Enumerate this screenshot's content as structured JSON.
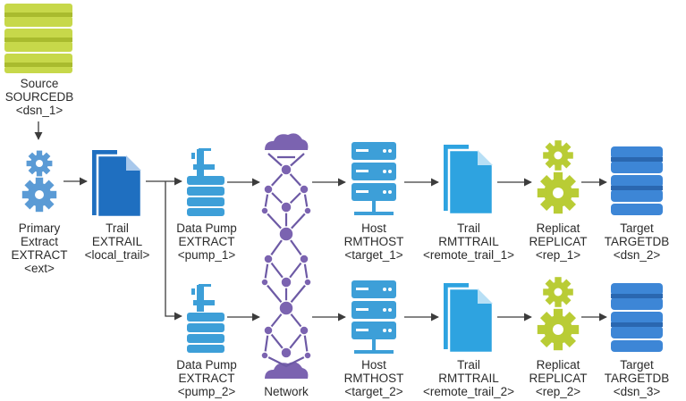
{
  "source": {
    "line1": "Source",
    "line2": "SOURCEDB",
    "line3": "<dsn_1>"
  },
  "extract": {
    "line1": "Primary",
    "line2": "Extract",
    "line3": "EXTRACT",
    "line4": "<ext>"
  },
  "trail": {
    "line1": "Trail",
    "line2": "EXTRAIL",
    "line3": "<local_trail>"
  },
  "pump1": {
    "line1": "Data Pump",
    "line2": "EXTRACT",
    "line3": "<pump_1>"
  },
  "pump2": {
    "line1": "Data Pump",
    "line2": "EXTRACT",
    "line3": "<pump_2>"
  },
  "network": {
    "label": "Network"
  },
  "host1": {
    "line1": "Host",
    "line2": "RMTHOST",
    "line3": "<target_1>"
  },
  "host2": {
    "line1": "Host",
    "line2": "RMTHOST",
    "line3": "<target_2>"
  },
  "rtrail1": {
    "line1": "Trail",
    "line2": "RMTTRAIL",
    "line3": "<remote_trail_1>"
  },
  "rtrail2": {
    "line1": "Trail",
    "line2": "RMTTRAIL",
    "line3": "<remote_trail_2>"
  },
  "rep1": {
    "line1": "Replicat",
    "line2": "REPLICAT",
    "line3": "<rep_1>"
  },
  "rep2": {
    "line1": "Replicat",
    "line2": "REPLICAT",
    "line3": "<rep_2>"
  },
  "target1": {
    "line1": "Target",
    "line2": "TARGETDB",
    "line3": "<dsn_2>"
  },
  "target2": {
    "line1": "Target",
    "line2": "TARGETDB",
    "line3": "<dsn_3>"
  },
  "colors": {
    "source_db": "#c7d84a",
    "target_db": "#3d86d6",
    "gear": "#5b9bd5",
    "trail": "#1f6fc0",
    "pump": "#3d9fd8",
    "network_node": "#7b63b0",
    "host": "#3d9fd8",
    "remote_trail": "#2ea3e0",
    "replicat_gear": "#b9cc35",
    "arrow": "#3c3c3c"
  }
}
